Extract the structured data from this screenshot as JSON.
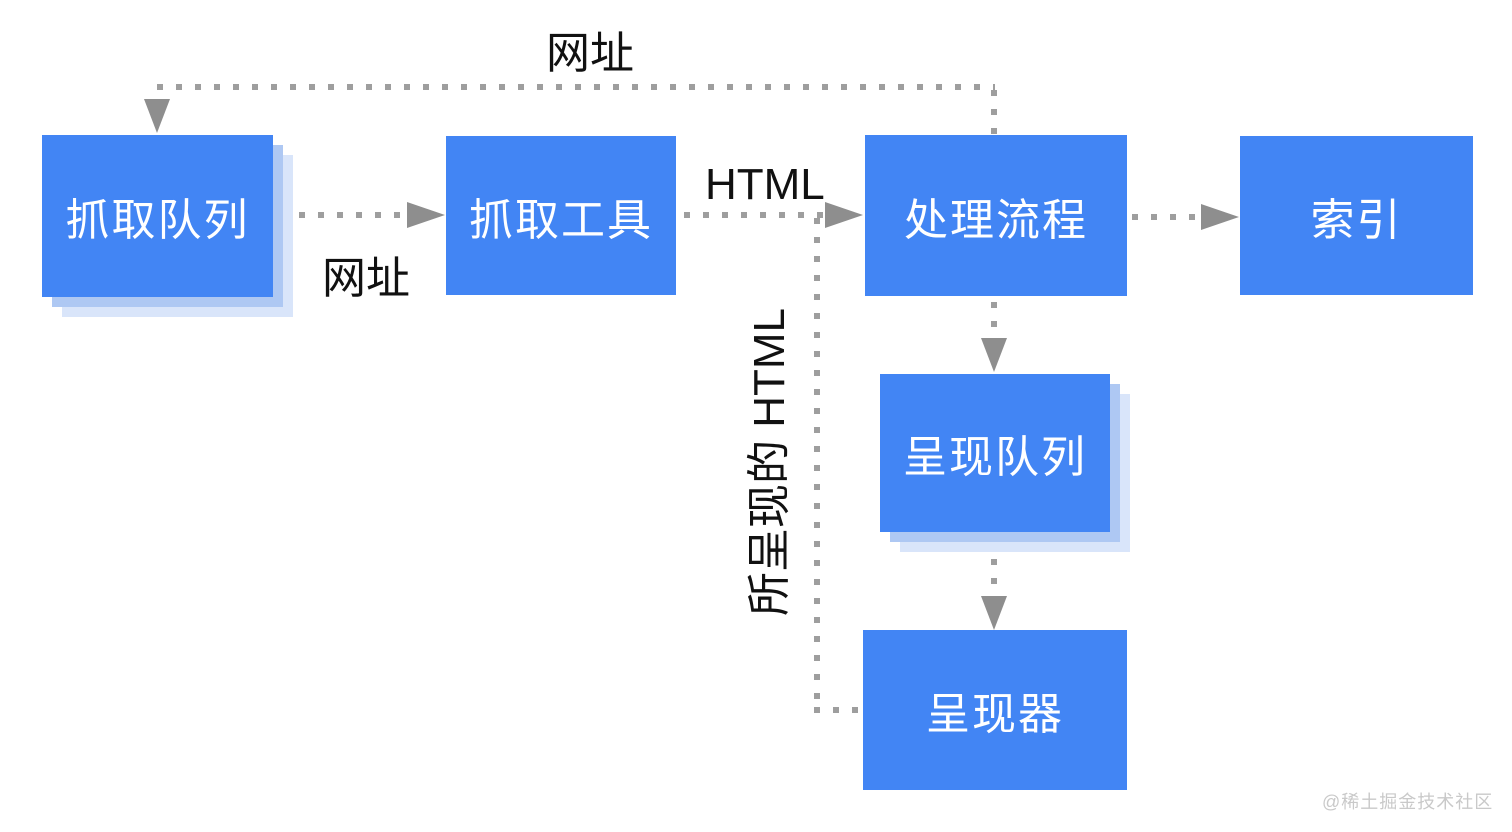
{
  "diagram": {
    "type": "flowchart",
    "nodes": [
      {
        "id": "crawl-queue",
        "label": "抓取队列"
      },
      {
        "id": "crawler",
        "label": "抓取工具"
      },
      {
        "id": "processing",
        "label": "处理流程"
      },
      {
        "id": "index",
        "label": "索引"
      },
      {
        "id": "render-queue",
        "label": "呈现队列"
      },
      {
        "id": "renderer",
        "label": "呈现器"
      }
    ],
    "edges": [
      {
        "from": "processing",
        "to": "crawl-queue",
        "label": "网址",
        "style": "dotted",
        "route": "top-feedback-loop"
      },
      {
        "from": "crawl-queue",
        "to": "crawler",
        "label": "网址",
        "style": "dotted"
      },
      {
        "from": "crawler",
        "to": "processing",
        "label": "HTML",
        "style": "dotted"
      },
      {
        "from": "processing",
        "to": "index",
        "label": "",
        "style": "dotted"
      },
      {
        "from": "processing",
        "to": "render-queue",
        "label": "",
        "style": "dotted"
      },
      {
        "from": "render-queue",
        "to": "renderer",
        "label": "",
        "style": "dotted"
      },
      {
        "from": "renderer",
        "to": "processing",
        "label": "所呈现的 HTML",
        "style": "dotted",
        "route": "left-side-return"
      }
    ],
    "labels": {
      "feedback_url": "网址",
      "queue_to_crawler_url": "网址",
      "crawler_html": "HTML",
      "rendered_html": "所呈现的 HTML"
    },
    "colors": {
      "node_fill": "#4285F4",
      "node_text": "#FFFFFF",
      "shadow1": "#AEC8F3",
      "shadow2": "#D9E5FA",
      "line": "#9E9E9E",
      "arrow": "#8E8E8E",
      "label_text": "#111111",
      "watermark": "#C9C9C9"
    },
    "watermark": "@稀土掘金技术社区"
  }
}
